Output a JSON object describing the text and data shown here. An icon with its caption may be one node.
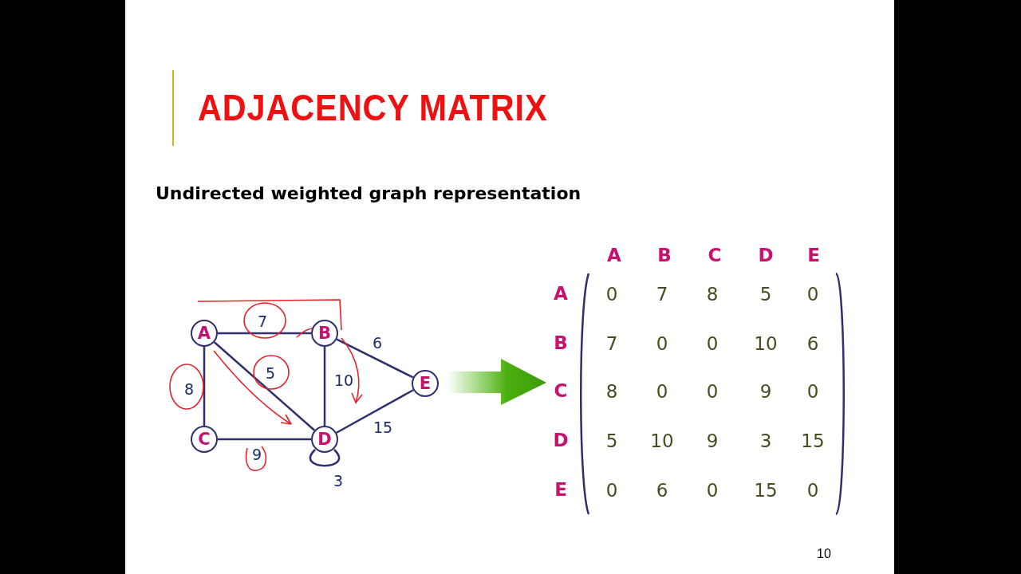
{
  "diagram": {
    "title": "ADJACENCY MATRIX",
    "nodes": [
      {
        "text": [
          "A"
        ]
      },
      {
        "text": [
          "B"
        ]
      },
      {
        "text": [
          "C"
        ]
      },
      {
        "text": [
          "D"
        ]
      },
      {
        "text": [
          "E"
        ]
      }
    ],
    "edges": [
      {
        "from": 0,
        "to": 1,
        "arrow": "none",
        "label": "7"
      },
      {
        "from": 1,
        "to": 4,
        "arrow": "none",
        "label": "6"
      },
      {
        "from": 0,
        "to": 2,
        "arrow": "none",
        "label": "8"
      },
      {
        "from": 0,
        "to": 3,
        "arrow": "none",
        "label": "5"
      },
      {
        "from": 1,
        "to": 3,
        "arrow": "none",
        "label": "10"
      },
      {
        "from": 3,
        "to": 4,
        "arrow": "none",
        "label": "15"
      },
      {
        "from": 2,
        "to": 3,
        "arrow": "none",
        "label": "9"
      },
      {
        "from": 3,
        "to": 3,
        "arrow": "none",
        "label": "3"
      }
    ],
    "labels": [
      "Undirected weighted graph representation",
      "A",
      "B",
      "C",
      "D",
      "E",
      "A",
      "0",
      "7",
      "8",
      "5",
      "0",
      "B",
      "7",
      "0",
      "0",
      "10",
      "6",
      "C",
      "8",
      "0",
      "0",
      "9",
      "0",
      "D",
      "5",
      "10",
      "9",
      "3",
      "15",
      "E",
      "0",
      "6",
      "0",
      "15",
      "0",
      "10"
    ]
  }
}
